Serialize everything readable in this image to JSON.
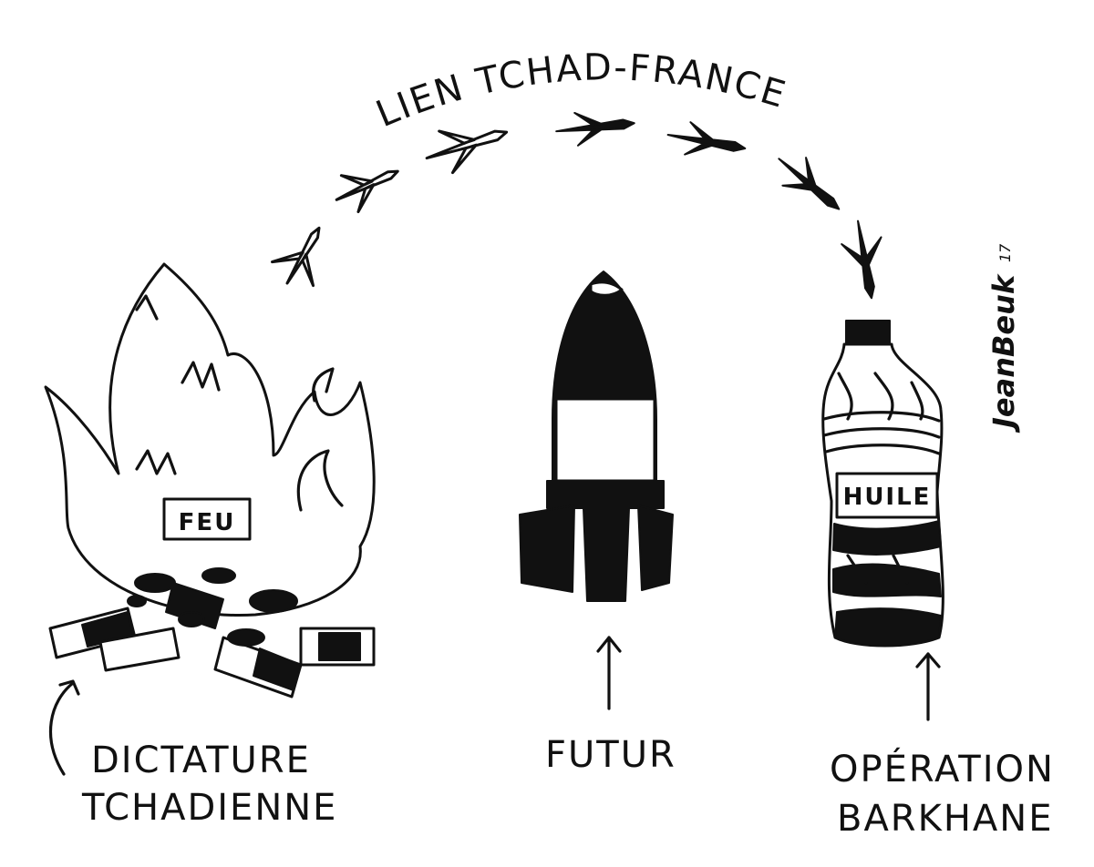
{
  "title": "LIEN TCHAD-FRANCE",
  "fire_sign": "FEU",
  "bottle_label": "HUILE",
  "captions": {
    "fire_line1": "DICTATURE",
    "fire_line2": "TCHADIENNE",
    "rocket": "FUTUR",
    "bottle_line1": "OPÉRATION",
    "bottle_line2": "BARKHANE"
  },
  "signature": "JeanBeuk",
  "signature_year": "17",
  "colors": {
    "ink": "#111111",
    "paper": "#ffffff"
  }
}
